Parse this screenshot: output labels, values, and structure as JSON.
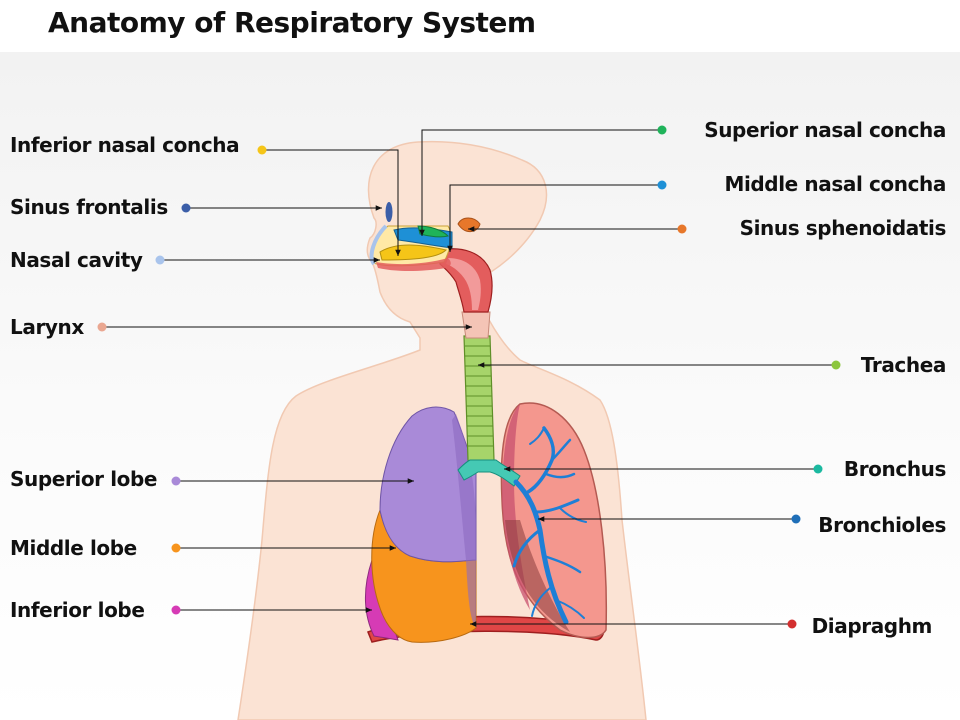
{
  "title": "Anatomy of Respiratory System",
  "labels": {
    "inferior_nasal_concha": "Inferior nasal concha",
    "sinus_frontalis": "Sinus frontalis",
    "nasal_cavity": "Nasal cavity",
    "larynx": "Larynx",
    "superior_lobe": "Superior lobe",
    "middle_lobe": "Middle lobe",
    "inferior_lobe": "Inferior lobe",
    "superior_nasal_concha": "Superior nasal concha",
    "middle_nasal_concha": "Middle nasal concha",
    "sinus_sphenoidatis": "Sinus sphenoidatis",
    "trachea": "Trachea",
    "bronchus": "Bronchus",
    "bronchioles": "Bronchioles",
    "diapraghm": "Diapraghm"
  },
  "colors": {
    "body_fill": "#fbe3d4",
    "dot_inferior_nasal_concha": "#f5c518",
    "dot_sinus_frontalis": "#3b5ea8",
    "dot_nasal_cavity": "#a9c4ec",
    "dot_larynx": "#eaa791",
    "dot_superior_lobe": "#a98ad8",
    "dot_middle_lobe": "#f7941d",
    "dot_inferior_lobe": "#d63bb5",
    "dot_superior_nasal_concha": "#1fb35a",
    "dot_middle_nasal_concha": "#1e90d6",
    "dot_sinus_sphenoidatis": "#e7772a",
    "dot_trachea": "#8cc63e",
    "dot_bronchus": "#1bb9a0",
    "dot_bronchioles": "#1f6fb8",
    "dot_diapraghm": "#d32f2f"
  }
}
